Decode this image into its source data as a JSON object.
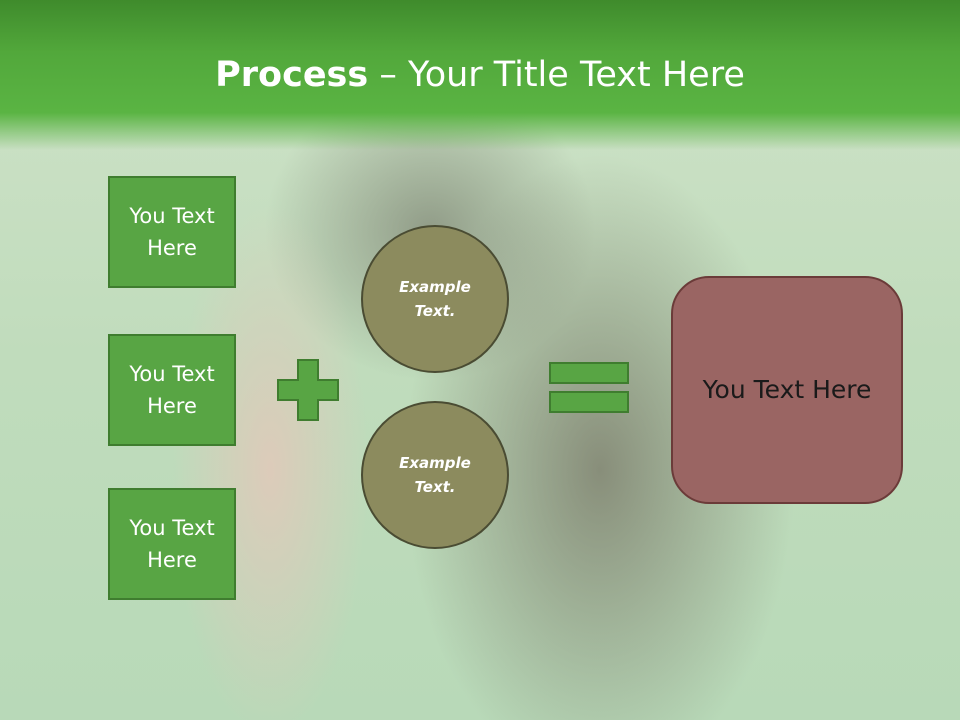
{
  "slide": {
    "title_strong": "Process",
    "title_rest": " – Your Title Text Here",
    "left_boxes": [
      {
        "label": "You Text Here"
      },
      {
        "label": "You Text Here"
      },
      {
        "label": "You Text Here"
      }
    ],
    "circles": [
      {
        "label": "Example Text."
      },
      {
        "label": "Example Text."
      }
    ],
    "result": {
      "label": "You Text Here"
    }
  },
  "colors": {
    "header_green": "#52a83b",
    "box_green": "#58a544",
    "circle_olive": "#8c8b5e",
    "result_red": "#9a6563"
  },
  "icons": {
    "operator_1": "plus-icon",
    "operator_2": "equals-icon"
  }
}
